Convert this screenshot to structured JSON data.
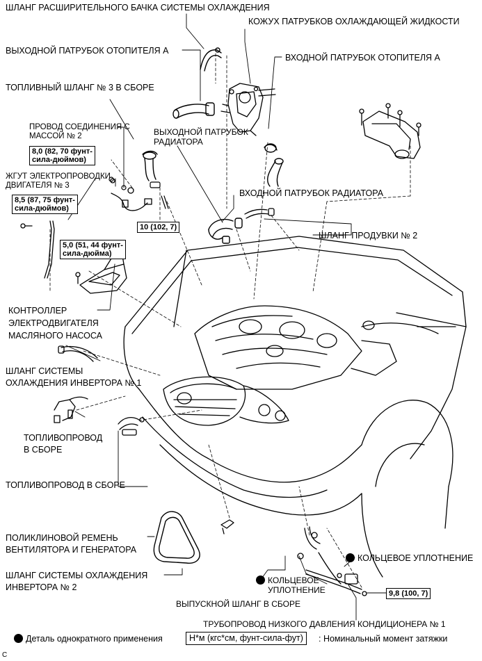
{
  "labels": {
    "expansion_tank_hose": "ШЛАНГ РАСШИРИТЕЛЬНОГО БАЧКА СИСТЕМЫ ОХЛАЖДЕНИЯ",
    "coolant_pipe_cover": "КОЖУХ ПАТРУБКОВ ОХЛАЖДАЮЩЕЙ ЖИДКОСТИ",
    "heater_outlet": "ВЫХОДНОЙ ПАТРУБОК ОТОПИТЕЛЯ А",
    "heater_inlet": "ВХОДНОЙ ПАТРУБОК ОТОПИТЕЛЯ А",
    "fuel_hose_3": "ТОПЛИВНЫЙ ШЛАНГ № 3 В СБОРЕ",
    "ground_wire_1": "ПРОВОД СОЕДИНЕНИЯ С",
    "ground_wire_2": "МАССОЙ № 2",
    "radiator_outlet_1": "ВЫХОДНОЙ ПАТРУБОК",
    "radiator_outlet_2": "РАДИАТОРА",
    "engine_wire_1": "ЖГУТ ЭЛЕКТРОПРОВОДКИ",
    "engine_wire_2": "ДВИГАТЕЛЯ № 3",
    "radiator_inlet": "ВХОДНОЙ ПАТРУБОК РАДИАТОРА",
    "purge_hose": "ШЛАНГ ПРОДУВКИ № 2",
    "oil_pump_ctrl_1": "КОНТРОЛЛЕР",
    "oil_pump_ctrl_2": "ЭЛЕКТРОДВИГАТЕЛЯ",
    "oil_pump_ctrl_3": "МАСЛЯНОГО НАСОСА",
    "inverter_hose1_1": "ШЛАНГ СИСТЕМЫ",
    "inverter_hose1_2": "ОХЛАЖДЕНИЯ ИНВЕРТОРА № 1",
    "fuel_pipe_a_1": "ТОПЛИВОПРОВОД",
    "fuel_pipe_a_2": "В СБОРЕ",
    "fuel_pipe_b": "ТОПЛИВОПРОВОД В СБОРЕ",
    "belt_1": "ПОЛИКЛИНОВОЙ РЕМЕНЬ",
    "belt_2": "ВЕНТИЛЯТОРА И ГЕНЕРАТОРА",
    "inverter_hose2_1": "ШЛАНГ СИСТЕМЫ ОХЛАЖДЕНИЯ",
    "inverter_hose2_2": "ИНВЕРТОРА № 2",
    "oring_right": "КОЛЬЦЕВОЕ УПЛОТНЕНИЕ",
    "oring_mid_1": "КОЛЬЦЕВОЕ",
    "oring_mid_2": "УПЛОТНЕНИЕ",
    "discharge_hose": "ВЫПУСКНОЙ ШЛАНГ В СБОРЕ",
    "ac_pipe": "ТРУБОПРОВОД НИЗКОГО ДАВЛЕНИЯ КОНДИЦИОНЕРА № 1"
  },
  "torques": {
    "t1_line1": "8,0 (82, 70 фунт-",
    "t1_line2": "сила-дюймов)",
    "t2_line1": "8,5 (87, 75 фунт-",
    "t2_line2": "сила-дюймов)",
    "t3": "10 (102, 7)",
    "t4_line1": "5,0 (51, 44 фунт-",
    "t4_line2": "сила-дюйма)",
    "t5": "9,8 (100, 7)"
  },
  "legend": {
    "single_use": "Деталь однократного применения",
    "torque_unit_box": "Н*м (кгс*см, фунт-сила-фут)",
    "torque_desc": ": Номинальный момент затяжки"
  },
  "corner_code": "C"
}
